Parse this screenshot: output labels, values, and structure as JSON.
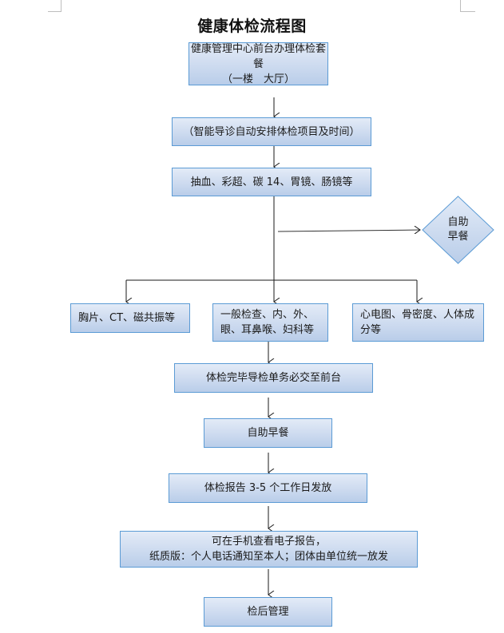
{
  "title": "健康体检流程图",
  "steps": {
    "register": {
      "line1": "健康管理中心前台办理体检套餐",
      "line2": "（一楼　大厅）"
    },
    "guide": "（智能导诊自动安排体检项目及时间）",
    "blood": "抽血、彩超、碳 14、胃镜、肠镜等",
    "breakfast_side": {
      "line1": "自助",
      "line2": "早餐"
    },
    "branch_left": "胸片、CT、磁共振等",
    "branch_center": {
      "line1": "一般检查、内、外、",
      "line2": "眼、耳鼻喉、妇科等"
    },
    "branch_right": {
      "line1": "心电图、骨密度、人体成",
      "line2": "分等"
    },
    "submit": "体检完毕导检单务必交至前台",
    "breakfast": "自助早餐",
    "report": "体检报告 3-5 个工作日发放",
    "delivery": {
      "line1": "可在手机查看电子报告，",
      "line2": "纸质版：个人电话通知至本人；团体由单位统一放发"
    },
    "followup": "检后管理"
  },
  "colors": {
    "box_border": "#5b9bd5",
    "box_fill_top": "#e3ebf7",
    "box_fill_bottom": "#b9cde9",
    "connector": "#1a1a1a"
  }
}
